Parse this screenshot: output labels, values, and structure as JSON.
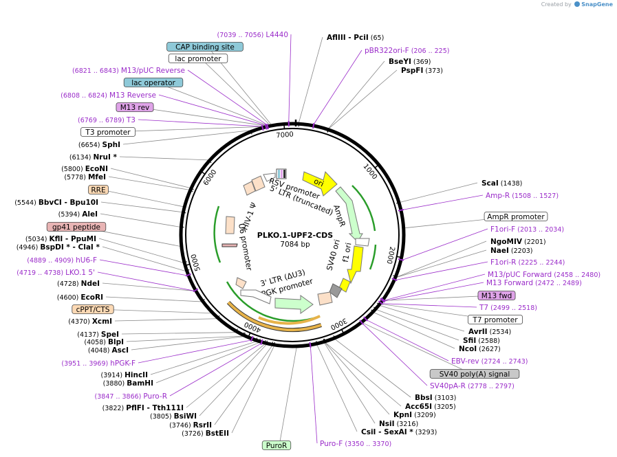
{
  "credit": {
    "prefix": "Created by",
    "brand": "SnapGene"
  },
  "plasmid": {
    "name": "PLKO.1-UPF2-CDS",
    "length_label": "7084 bp",
    "length": 7084
  },
  "ticks": [
    "1000",
    "2000",
    "3000",
    "4000",
    "5000",
    "6000",
    "7000"
  ],
  "enzymes": [
    {
      "name": "AflIII",
      "name2": "PciI",
      "pos": "(65)",
      "site": 65
    },
    {
      "name": "BseYI",
      "pos": "(369)",
      "site": 369
    },
    {
      "name": "PspFI",
      "pos": "(373)",
      "site": 373
    },
    {
      "name": "ScaI",
      "pos": "(1438)",
      "site": 1438
    },
    {
      "name": "NgoMIV",
      "pos": "(2201)",
      "site": 2201
    },
    {
      "name": "NaeI",
      "pos": "(2203)",
      "site": 2203
    },
    {
      "name": "AvrII",
      "pos": "(2534)",
      "site": 2534
    },
    {
      "name": "SfiI",
      "pos": "(2588)",
      "site": 2588
    },
    {
      "name": "NcoI",
      "pos": "(2627)",
      "site": 2627
    },
    {
      "name": "BbsI",
      "pos": "(3103)",
      "site": 3103
    },
    {
      "name": "Acc65I",
      "pos": "(3205)",
      "site": 3205
    },
    {
      "name": "KpnI",
      "pos": "(3209)",
      "site": 3209
    },
    {
      "name": "NsiI",
      "pos": "(3216)",
      "site": 3216
    },
    {
      "name": "CsiI",
      "name2": "SexAI *",
      "pos": "(3293)",
      "site": 3293
    },
    {
      "name": "BstEII",
      "pos": "(3726)",
      "site": 3726
    },
    {
      "name": "RsrII",
      "pos": "(3746)",
      "site": 3746
    },
    {
      "name": "BsiWI",
      "pos": "(3805)",
      "site": 3805
    },
    {
      "name": "PflFI",
      "name2": "Tth111I",
      "pos": "(3822)",
      "site": 3822
    },
    {
      "name": "BamHI",
      "pos": "(3880)",
      "site": 3880
    },
    {
      "name": "HincII",
      "pos": "(3914)",
      "site": 3914
    },
    {
      "name": "AscI",
      "pos": "(4048)",
      "site": 4048
    },
    {
      "name": "BlpI",
      "pos": "(4058)",
      "site": 4058
    },
    {
      "name": "SpeI",
      "pos": "(4137)",
      "site": 4137
    },
    {
      "name": "XcmI",
      "pos": "(4370)",
      "site": 4370
    },
    {
      "name": "EcoRI",
      "pos": "(4600)",
      "site": 4600
    },
    {
      "name": "NdeI",
      "pos": "(4728)",
      "site": 4728
    },
    {
      "name": "BspDI *",
      "name2": "ClaI *",
      "pos": "(4946)",
      "site": 4946
    },
    {
      "name": "KflI",
      "name2": "PpuMI",
      "pos": "(5034)",
      "site": 5034
    },
    {
      "name": "AleI",
      "pos": "(5394)",
      "site": 5394
    },
    {
      "name": "BbvCI",
      "name2": "Bpu10I",
      "pos": "(5544)",
      "site": 5544
    },
    {
      "name": "MfeI",
      "pos": "(5778)",
      "site": 5778
    },
    {
      "name": "EcoNI",
      "pos": "(5800)",
      "site": 5800
    },
    {
      "name": "NruI *",
      "pos": "(6134)",
      "site": 6134
    },
    {
      "name": "SphI",
      "pos": "(6654)",
      "site": 6654
    }
  ],
  "primers": [
    {
      "name": "L4440",
      "pos": "(7039 .. 7056)",
      "site": 7048
    },
    {
      "name": "pBR322ori-F",
      "pos": "(206 .. 225)",
      "site": 215
    },
    {
      "name": "Amp-R",
      "pos": "(1508 .. 1527)",
      "site": 1517
    },
    {
      "name": "F1ori-F",
      "pos": "(2013 .. 2034)",
      "site": 2023
    },
    {
      "name": "F1ori-R",
      "pos": "(2225 .. 2244)",
      "site": 2234
    },
    {
      "name": "M13/pUC Forward",
      "pos": "(2458 .. 2480)",
      "site": 2469
    },
    {
      "name": "M13 Forward",
      "pos": "(2472 .. 2489)",
      "site": 2480
    },
    {
      "name": "T7",
      "pos": "(2499 .. 2518)",
      "site": 2508
    },
    {
      "name": "EBV-rev",
      "pos": "(2724 .. 2743)",
      "site": 2733
    },
    {
      "name": "SV40pA-R",
      "pos": "(2778 .. 2797)",
      "site": 2787
    },
    {
      "name": "Puro-F",
      "pos": "(3350 .. 3370)",
      "site": 3360
    },
    {
      "name": "Puro-R",
      "pos": "(3847 .. 3866)",
      "site": 3856
    },
    {
      "name": "hPGK-F",
      "pos": "(3951 .. 3969)",
      "site": 3960
    },
    {
      "name": "LKO.1 5'",
      "pos": "(4719 .. 4738)",
      "site": 4728
    },
    {
      "name": "hU6-F",
      "pos": "(4889 .. 4909)",
      "site": 4899
    },
    {
      "name": "M13/pUC Reverse",
      "pos": "(6821 .. 6843)",
      "site": 6832
    },
    {
      "name": "M13 Reverse",
      "pos": "(6808 .. 6824)",
      "site": 6816
    },
    {
      "name": "T3",
      "pos": "(6769 .. 6789)",
      "site": 6779
    }
  ],
  "boxed_labels": [
    {
      "name": "CAP binding site",
      "style": "blue",
      "site": 6870
    },
    {
      "name": "lac promoter",
      "style": "white",
      "site": 6855
    },
    {
      "name": "lac operator",
      "style": "blue",
      "site": 6830
    },
    {
      "name": "M13 rev",
      "style": "purple",
      "site": 6810
    },
    {
      "name": "T3 promoter",
      "style": "white",
      "site": 6770
    },
    {
      "name": "RRE",
      "style": "orange",
      "site": 5600
    },
    {
      "name": "gp41 peptide",
      "style": "pink",
      "site": 5200
    },
    {
      "name": "cPPT/CTS",
      "style": "orange",
      "site": 4450
    },
    {
      "name": "AmpR promoter",
      "style": "white",
      "site": 1700
    },
    {
      "name": "M13 fwd",
      "style": "purple",
      "site": 2470
    },
    {
      "name": "T7 promoter",
      "style": "white",
      "site": 2515
    },
    {
      "name": "SV40 poly(A) signal",
      "style": "gray",
      "site": 2780
    },
    {
      "name": "PuroR",
      "style": "green",
      "site": 3500
    }
  ],
  "features": [
    "ori",
    "AmpR",
    "f1 ori",
    "SV40 ori",
    "hPGK promoter",
    "3' LTR (ΔU3)",
    "U6 promoter",
    "HIV-1 Ψ",
    "RSV promoter",
    "5' LTR (truncated)"
  ],
  "colors": {
    "primer": "#9a2bc9",
    "ori": "#ffff00",
    "amp": "#ccffcc",
    "puro": "#ccffcc",
    "ltr": "#fce0c8",
    "bluebox": "#8ec9d8",
    "purplebox": "#dfa3e8",
    "orangebox": "#fcd9b4",
    "pinkbox": "#e8b4b4",
    "graybox": "#c8c8c8",
    "greenbox": "#ccffcc"
  }
}
